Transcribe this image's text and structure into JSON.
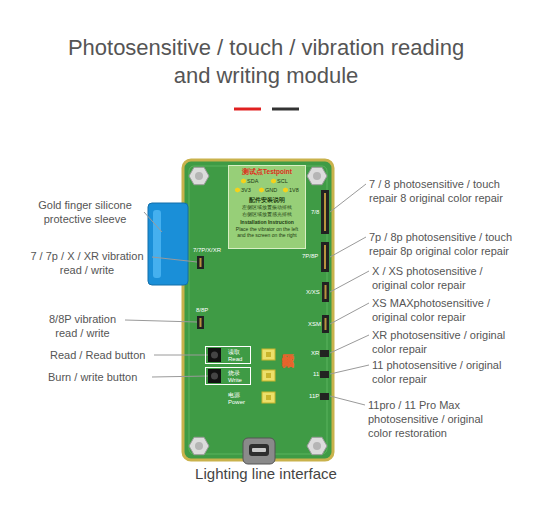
{
  "diagram": {
    "title": "Photosensitive / touch / vibration reading and writing module",
    "nodes": [
      {
        "text": [
          "测试点Testpoint",
          "SDA",
          "SCL",
          "3V3",
          "GND",
          "1V8",
          "配件安装说明",
          "左侧区域放置振动排线",
          "右侧区域放置感光排线",
          "Installation Instruction",
          "Place the vibrator on the left and the screen on the right"
        ]
      },
      {
        "text": [
          "读取",
          "Read"
        ]
      },
      {
        "text": [
          "烧录",
          "Write"
        ]
      }
    ],
    "labels": [
      "Gold finger silicone protective sleeve",
      "7 / 7p / X / XR vibration read / write",
      "8/8P vibration read / write",
      "Read / Read button",
      "Burn / write button",
      "Lighting line interface",
      "7 / 8 photosensitive / touch repair 8 original color repair",
      "7p / 8p photosensitive / touch repair 8p original color repair",
      "X / XS photosensitive / original color repair",
      "XS MAXphotosensitive / original color repair",
      "XR photosensitive / original color repair",
      "11 photosensitive / original color repair",
      "11pro / 11 Pro Max photosensitive / original color restoration",
      "7/8",
      "7P/8P",
      "X/XS",
      "XSM",
      "XR",
      "11",
      "11P",
      "7/7P/X/XR",
      "8/8P",
      "电源",
      "Power",
      "指示灯区域"
    ]
  }
}
